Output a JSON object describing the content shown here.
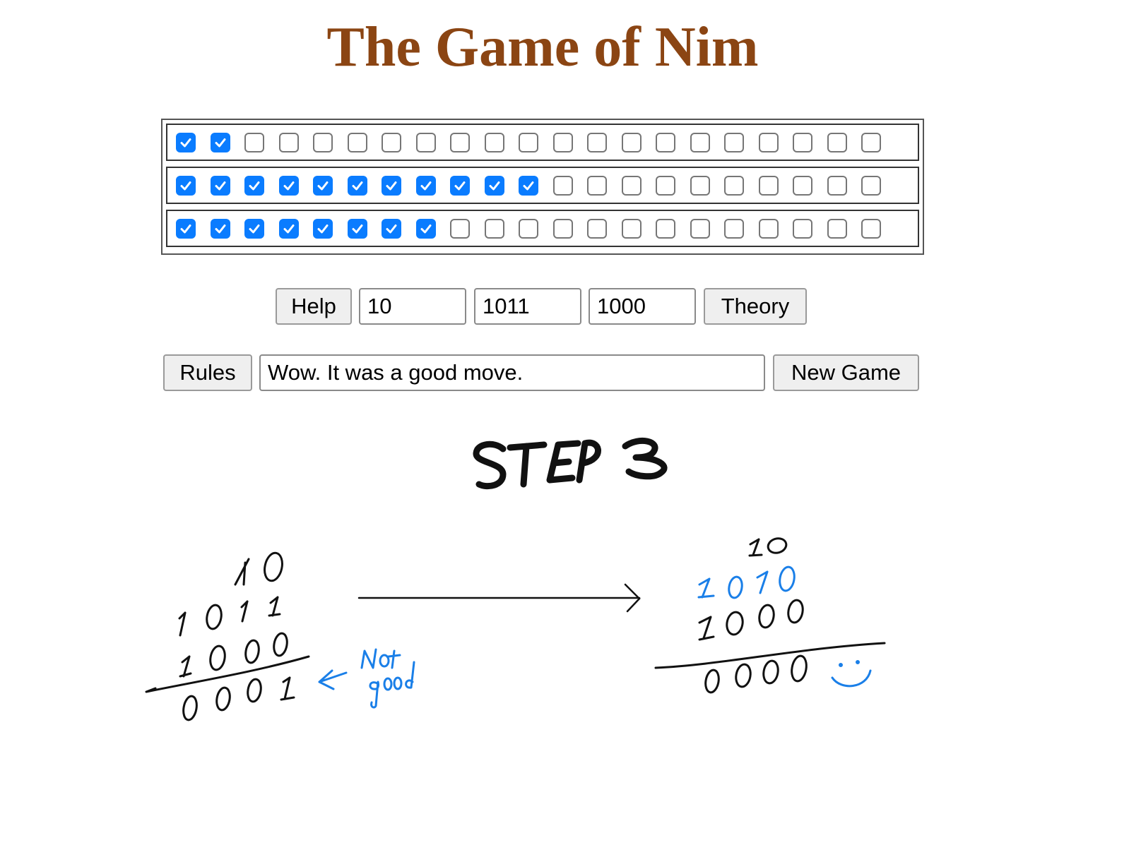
{
  "title": "The Game of Nim",
  "board": {
    "slots_per_heap": 21,
    "heaps": [
      {
        "checked": 2
      },
      {
        "checked": 11
      },
      {
        "checked": 8
      }
    ]
  },
  "controls": {
    "help_label": "Help",
    "heap_binary": [
      "10",
      "1011",
      "1000"
    ],
    "theory_label": "Theory",
    "rules_label": "Rules",
    "message": "Wow. It was a good move.",
    "new_game_label": "New Game"
  },
  "whiteboard": {
    "heading": "STEP 3",
    "left_sum": {
      "rows": [
        "10",
        "1011",
        "1000"
      ],
      "result": "0001",
      "note": "Not good"
    },
    "right_sum": {
      "rows": [
        "10",
        "1010",
        "1000"
      ],
      "result": "0000"
    },
    "ink_color": "#111111",
    "accent_color": "#1a7fe8"
  },
  "colors": {
    "title": "#8b4513",
    "checkbox_checked": "#0a7cff"
  }
}
